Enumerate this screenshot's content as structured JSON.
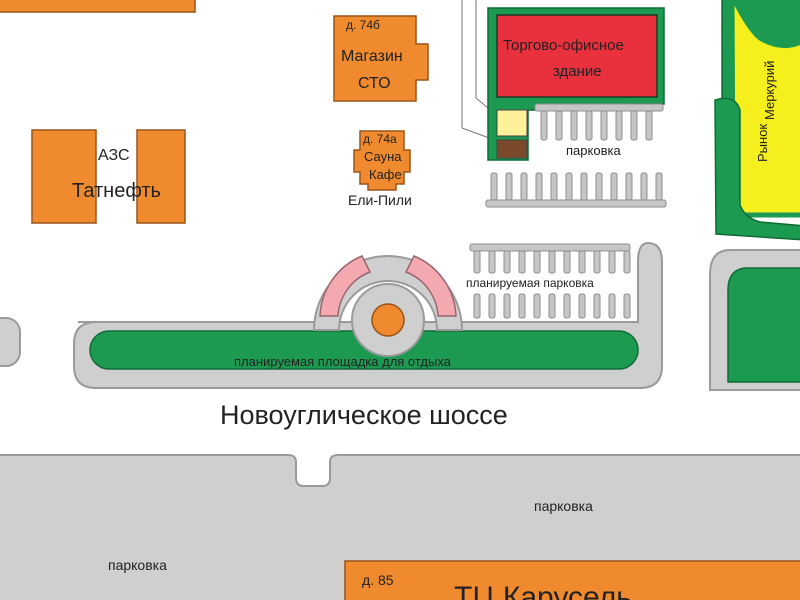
{
  "map": {
    "colors": {
      "building": "#f08a2e",
      "building_stroke": "#9a5418",
      "office": "#e8313d",
      "green": "#1d9a52",
      "road": "#cfcfcf",
      "road_stroke": "#9a9a9a",
      "market": "#f5ef1e",
      "pink": "#f4a9b0",
      "brown": "#7b4a2a",
      "pale_yellow": "#fff19a"
    },
    "labels": {
      "azs": "АЗС",
      "tatneft": "Татнефть",
      "d74b": "д. 74б",
      "magazin": "Магазин",
      "sto": "СТО",
      "d74a": "д. 74а",
      "sauna": "Сауна",
      "kafe": "Кафе",
      "eli_pili": "Ели-Пили",
      "office_line1": "Торгово-офисное",
      "office_line2": "здание",
      "parking_top": "парковка",
      "market_rynok": "Рынок",
      "market_merkuriy": "Меркурий",
      "planned_parking": "планируемая парковка",
      "planned_rest_area": "планируемая площадка для отдыха",
      "highway": "Новоуглическое шоссе",
      "parking_right": "парковка",
      "parking_left": "парковка",
      "d85": "д. 85",
      "tc_partial": "ТЦ Карусель"
    },
    "icons": {
      "roundabout": "roundabout-circle-icon"
    }
  }
}
